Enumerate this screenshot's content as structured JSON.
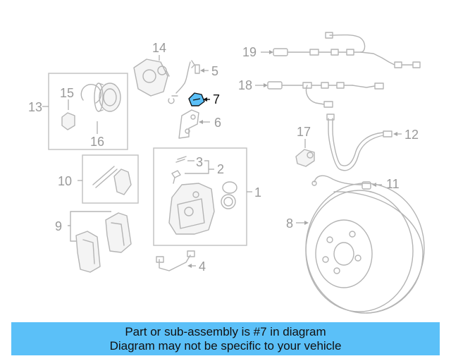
{
  "diagram": {
    "labels": {
      "p1": "1",
      "p2": "2",
      "p3": "3",
      "p4": "4",
      "p5": "5",
      "p6": "6",
      "p7": "7",
      "p8": "8",
      "p9": "9",
      "p10": "10",
      "p11": "11",
      "p12": "12",
      "p13": "13",
      "p14": "14",
      "p15": "15",
      "p16": "16",
      "p17": "17",
      "p18": "18",
      "p19": "19"
    },
    "highlight_part": "7",
    "highlight_color": "#5bc0f8"
  },
  "banner": {
    "line1": "Part or sub-assembly is #7 in diagram",
    "line2": "Diagram may not be specific to your vehicle",
    "background": "#5bc0f8"
  }
}
